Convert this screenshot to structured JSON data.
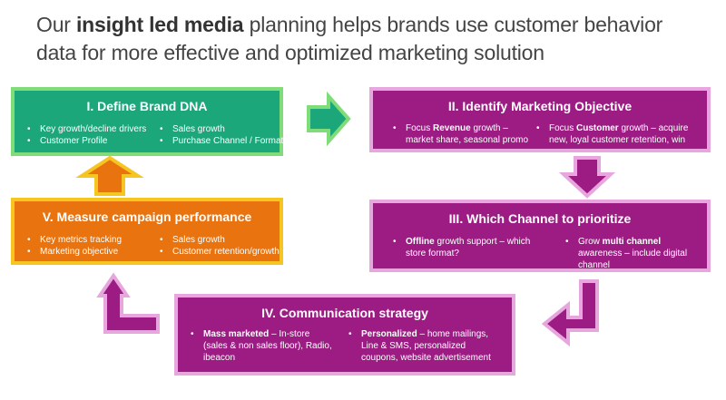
{
  "title": {
    "part1": "Our ",
    "bold": "insight led media",
    "part2": " planning helps brands use customer behavior data for more effective and optimized marketing solution"
  },
  "box1": {
    "header": "I. Define Brand DNA",
    "left": [
      "Key growth/decline drivers",
      "Customer Profile"
    ],
    "right": [
      "Sales growth",
      "Purchase Channel / Format"
    ]
  },
  "box2": {
    "header": "II. Identify Marketing Objective",
    "left": {
      "pre": "Focus ",
      "bold": "Revenue",
      "post": " growth – market share, seasonal promo"
    },
    "right": {
      "pre": "Focus ",
      "bold": "Customer",
      "post": " growth – acquire new, loyal customer retention, win lapse customer"
    }
  },
  "box3": {
    "header": "III. Which Channel to prioritize",
    "left": {
      "pre": "",
      "bold": "Offline",
      "post": " growth support – which store format?"
    },
    "right": {
      "pre": "Grow ",
      "bold": "multi channel",
      "post": " awareness – include digital channel"
    }
  },
  "box4": {
    "header": "IV. Communication strategy",
    "left": {
      "pre": "",
      "bold": "Mass marketed",
      "post": " – In-store (sales & non sales floor), Radio, ibeacon"
    },
    "right": {
      "pre": "",
      "bold": "Personalized",
      "post": " – home mailings, Line & SMS, personalized coupons, website advertisement"
    }
  },
  "box5": {
    "header": "V. Measure campaign performance",
    "left": [
      "Key metrics tracking",
      "Marketing objective"
    ],
    "right": [
      "Sales growth",
      "Customer retention/growth"
    ]
  },
  "colors": {
    "green": "#1ba77a",
    "green_border": "#7fdc79",
    "purple": "#9c1c84",
    "purple_border": "#e8a6de",
    "orange": "#e8730f",
    "orange_border": "#f7c521"
  }
}
